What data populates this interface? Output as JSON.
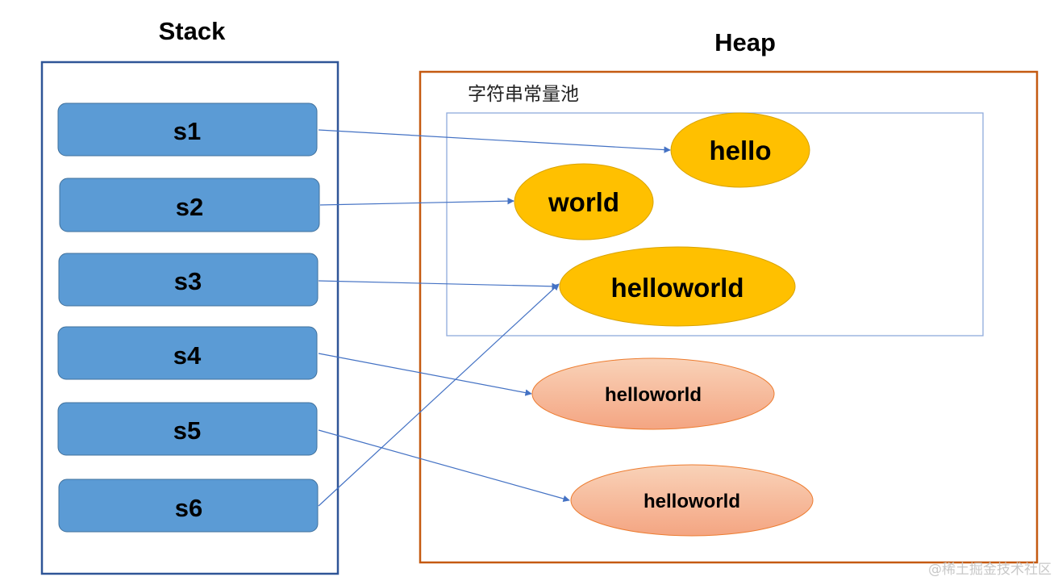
{
  "stack": {
    "title": "Stack",
    "variables": [
      {
        "name": "s1"
      },
      {
        "name": "s2"
      },
      {
        "name": "s3"
      },
      {
        "name": "s4"
      },
      {
        "name": "s5"
      },
      {
        "name": "s6"
      }
    ]
  },
  "heap": {
    "title": "Heap",
    "pool_label": "字符串常量池",
    "pool_strings": [
      {
        "text": "hello"
      },
      {
        "text": "world"
      },
      {
        "text": "helloworld"
      }
    ],
    "heap_strings": [
      {
        "text": "helloworld"
      },
      {
        "text": "helloworld"
      }
    ]
  },
  "references": [
    {
      "from": "s1",
      "to": "pool.hello"
    },
    {
      "from": "s2",
      "to": "pool.world"
    },
    {
      "from": "s3",
      "to": "pool.helloworld"
    },
    {
      "from": "s4",
      "to": "heap.0"
    },
    {
      "from": "s5",
      "to": "heap.1"
    },
    {
      "from": "s6",
      "to": "pool.helloworld"
    }
  ],
  "watermark": "@稀土掘金技术社区",
  "colors": {
    "stack_border": "#2f5597",
    "heap_border": "#c55a11",
    "pool_border": "#8faadc",
    "var_fill": "#5b9bd5",
    "var_stroke": "#41719c",
    "pool_fill": "#ffc000",
    "pool_stroke": "#d9a300",
    "heap_fill_top": "#f8cbad",
    "heap_fill_bottom": "#f4a582",
    "heap_stroke": "#ed7d31",
    "arrow": "#4472c4"
  }
}
